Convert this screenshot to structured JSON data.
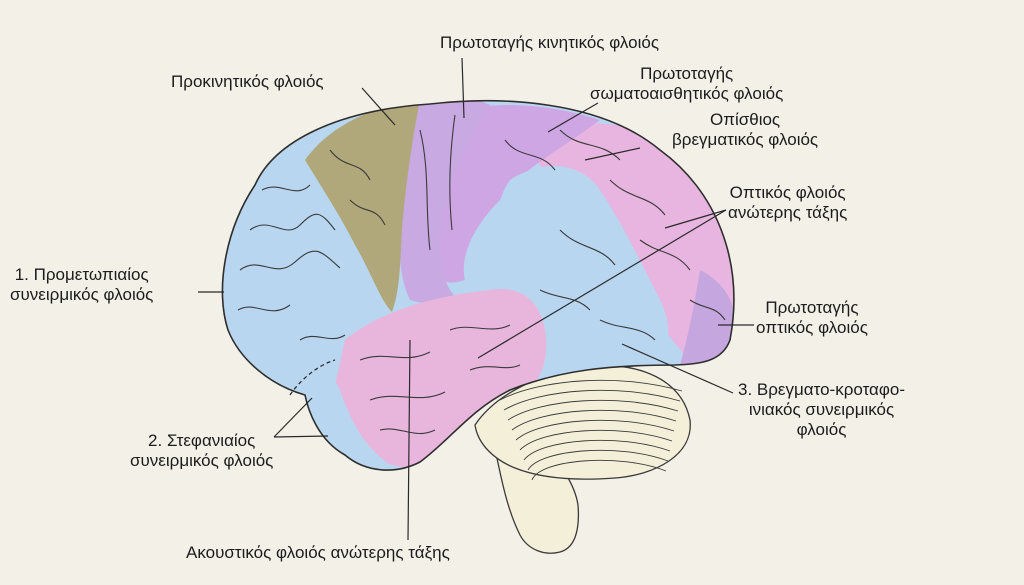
{
  "colors": {
    "background": "#f3f0e8",
    "prefrontal_association": "#b8d6ef",
    "premotor": "#b0a87a",
    "primary_motor": "#c9a9e2",
    "somatosensory": "#cfa6e4",
    "parietal": "#e7b5df",
    "temporal_association": "#e8b6dc",
    "visual_primary": "#c6a6de",
    "cerebellum": "#f4efd9",
    "outline": "#3a3a3a"
  },
  "labels": {
    "primary_motor": "Πρωτοταγής κινητικός φλοιός",
    "premotor": "Προκινητικός φλοιός",
    "somatosensory_l1": "Πρωτοταγής",
    "somatosensory_l2": "σωματοαισθητικός φλοιός",
    "posterior_parietal_l1": "Οπίσθιος",
    "posterior_parietal_l2": "βρεγματικός φλοιός",
    "higher_visual_l1": "Οπτικός φλοιός",
    "higher_visual_l2": "ανώτερης τάξης",
    "prefrontal_l1": "1. Προμετωπιαίος",
    "prefrontal_l2": "συνειρμικός φλοιός",
    "primary_visual_l1": "Πρωτοταγής",
    "primary_visual_l2": "οπτικός φλοιός",
    "pto_l1": "3. Βρεγματο-κροταφο-",
    "pto_l2": "ινιακός συνειρμικός",
    "pto_l3": "φλοιός",
    "limbic_l1": "2. Στεφανιαίος",
    "limbic_l2": "συνειρμικός φλοιός",
    "auditory": "Ακουστικός φλοιός ανώτερης τάξης"
  }
}
